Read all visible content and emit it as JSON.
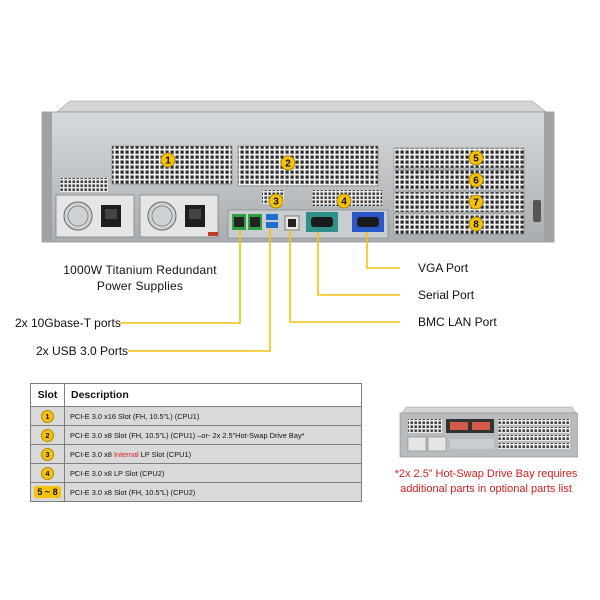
{
  "callouts": {
    "psu_line1": "1000W Titanium Redundant",
    "psu_line2": "Power Supplies",
    "ten_g": "2x 10Gbase-T ports",
    "usb": "2x USB 3.0 Ports",
    "vga": "VGA Port",
    "serial": "Serial Port",
    "bmc": "BMC LAN Port"
  },
  "slot_badges": [
    "1",
    "2",
    "3",
    "4",
    "5",
    "6",
    "7",
    "8"
  ],
  "table": {
    "headers": [
      "Slot",
      "Description"
    ],
    "rows": [
      {
        "slot": "1",
        "desc_before": "PCI-E 3.0 x16 Slot (FH, 10.5”L) (CPU1)",
        "desc_red": "",
        "desc_after": ""
      },
      {
        "slot": "2",
        "desc_before": "PCI-E 3.0 x8 Slot (FH, 10.5”L) (CPU1) –or- 2x 2.5”Hot-Swap Drive Bay*",
        "desc_red": "",
        "desc_after": ""
      },
      {
        "slot": "3",
        "desc_before": "PCI-E 3.0 x8 ",
        "desc_red": "Internal",
        "desc_after": " LP Slot  (CPU1)"
      },
      {
        "slot": "4",
        "desc_before": "PCI-E 3.0 x8 LP Slot (CPU2)",
        "desc_red": "",
        "desc_after": ""
      },
      {
        "slot": "5 ~ 8",
        "desc_before": "PCI-E 3.0 x8 Slot (FH, 10.5”L) (CPU2)",
        "desc_red": "",
        "desc_after": ""
      }
    ]
  },
  "note": {
    "line1": "*2x 2.5” Hot-Swap Drive Bay requires",
    "line2": "additional parts in optional parts list"
  },
  "colors": {
    "accent_yellow": "#f4c20d",
    "note_red": "#d21f1f",
    "chassis_gray": "#bfc3c6",
    "table_fill": "#d9d9d9"
  }
}
